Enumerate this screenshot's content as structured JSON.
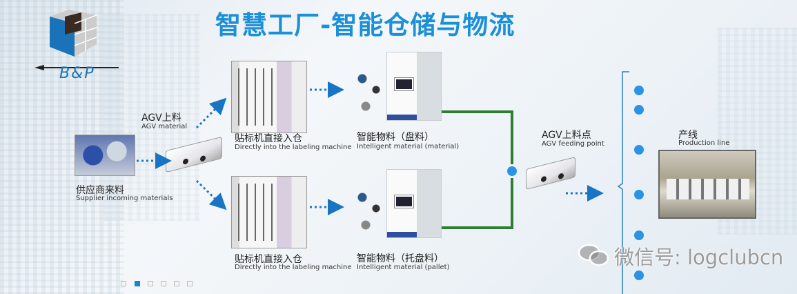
{
  "title": "智慧工厂-智能仓储与物流",
  "logo": {
    "text": "B&P"
  },
  "supplier": {
    "cn": "供应商来料",
    "en": "Supplier incoming materials"
  },
  "agv_material": {
    "cn": "AGV上料",
    "en": "AGV material"
  },
  "labeling_top": {
    "cn": "贴标机直接入仓",
    "en": "Directly into the labeling machine"
  },
  "labeling_bottom": {
    "cn": "贴标机直接入仓",
    "en": "Directly into the labeling machine"
  },
  "material_top": {
    "cn": "智能物料（盘料）",
    "en": "Intelligent material (material)"
  },
  "material_bottom": {
    "cn": "智能物料（托盘料）",
    "en": "Intelligent material (pallet)"
  },
  "feeding_point": {
    "cn": "AGV上料点",
    "en": "AGV feeding point"
  },
  "production_line": {
    "cn": "产线",
    "en": "Production line"
  },
  "watermark": "微信号: logclubcn",
  "pagination": {
    "total": 6,
    "active": 2
  },
  "colors": {
    "title": "#1b8fd8",
    "bracket_green": "#2e7d32",
    "dot_blue": "#2a93e6",
    "arrow_blue": "#1a74c4"
  }
}
